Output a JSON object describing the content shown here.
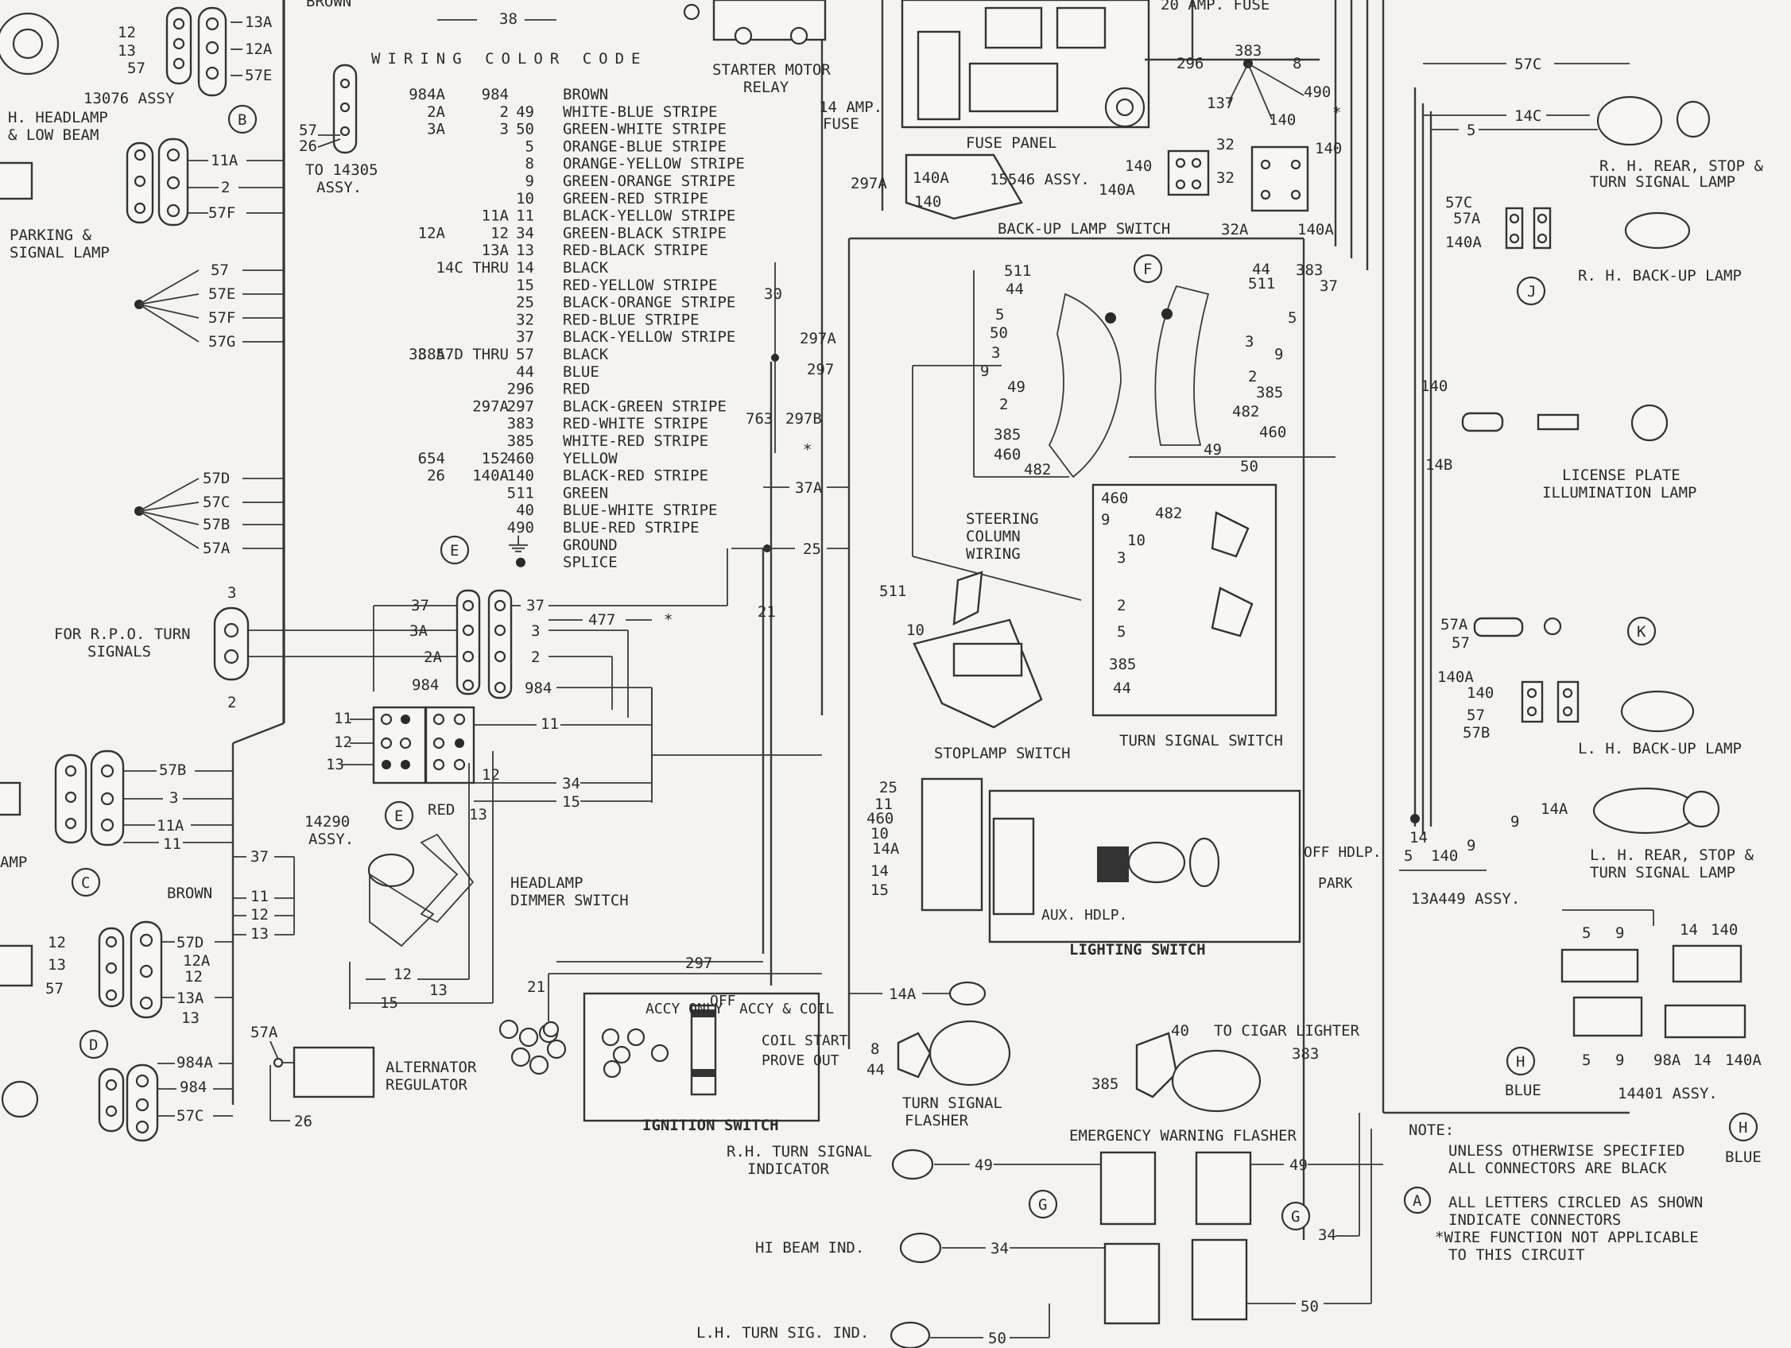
{
  "color_code": {
    "title": "WIRING COLOR CODE",
    "rows": [
      {
        "c1": "984A",
        "c2": "984",
        "num": "",
        "color": "BROWN"
      },
      {
        "c1": "2A",
        "c2": "2",
        "num": "49",
        "color": "WHITE-BLUE STRIPE"
      },
      {
        "c1": "3A",
        "c2": "3",
        "num": "50",
        "color": "GREEN-WHITE STRIPE"
      },
      {
        "c1": "",
        "c2": "",
        "num": "5",
        "color": "ORANGE-BLUE STRIPE"
      },
      {
        "c1": "",
        "c2": "",
        "num": "8",
        "color": "ORANGE-YELLOW STRIPE"
      },
      {
        "c1": "",
        "c2": "",
        "num": "9",
        "color": "GREEN-ORANGE STRIPE"
      },
      {
        "c1": "",
        "c2": "",
        "num": "10",
        "color": "GREEN-RED STRIPE"
      },
      {
        "c1": "",
        "c2": "11A",
        "num": "11",
        "color": "BLACK-YELLOW STRIPE"
      },
      {
        "c1": "12A",
        "c2": "12",
        "num": "34",
        "color": "GREEN-BLACK STRIPE"
      },
      {
        "c1": "",
        "c2": "13A",
        "num": "13",
        "color": "RED-BLACK STRIPE"
      },
      {
        "c1": "",
        "c2": "14C THRU",
        "num": "14",
        "color": "BLACK"
      },
      {
        "c1": "",
        "c2": "",
        "num": "15",
        "color": "RED-YELLOW STRIPE"
      },
      {
        "c1": "",
        "c2": "",
        "num": "25",
        "color": "BLACK-ORANGE STRIPE"
      },
      {
        "c1": "",
        "c2": "",
        "num": "32",
        "color": "RED-BLUE STRIPE"
      },
      {
        "c1": "",
        "c2": "",
        "num": "37",
        "color": "BLACK-YELLOW STRIPE"
      },
      {
        "c1": "38A",
        "c2": "38 57D THRU",
        "num": "57",
        "color": "BLACK"
      },
      {
        "c1": "",
        "c2": "",
        "num": "44",
        "color": "BLUE"
      },
      {
        "c1": "",
        "c2": "",
        "num": "296",
        "color": "RED"
      },
      {
        "c1": "",
        "c2": "297A",
        "num": "297",
        "color": "BLACK-GREEN STRIPE"
      },
      {
        "c1": "",
        "c2": "",
        "num": "383",
        "color": "RED-WHITE STRIPE"
      },
      {
        "c1": "",
        "c2": "",
        "num": "385",
        "color": "WHITE-RED STRIPE"
      },
      {
        "c1": "654",
        "c2": "152",
        "num": "460",
        "color": "YELLOW"
      },
      {
        "c1": "26",
        "c2": "140A",
        "num": "140",
        "color": "BLACK-RED STRIPE"
      },
      {
        "c1": "",
        "c2": "",
        "num": "511",
        "color": "GREEN"
      },
      {
        "c1": "",
        "c2": "",
        "num": "40",
        "color": "BLUE-WHITE STRIPE"
      },
      {
        "c1": "",
        "c2": "",
        "num": "490",
        "color": "BLUE-RED STRIPE"
      },
      {
        "c1": "",
        "c2": "",
        "num": "",
        "color": "GROUND"
      },
      {
        "c1": "",
        "c2": "",
        "num": "",
        "color": "SPLICE"
      }
    ]
  },
  "top": {
    "brown": "BROWN",
    "wire_38": "38",
    "amp20_fuse": "20 AMP. FUSE",
    "starter_relay_1": "STARTER MOTOR",
    "starter_relay_2": "RELAY",
    "fuse14_1": "14 AMP.",
    "fuse14_2": "FUSE",
    "fuse_panel": "FUSE PANEL",
    "w296": "296",
    "w383": "383",
    "w8": "8",
    "w137": "137",
    "w140": "140",
    "w490": "490",
    "star": "*"
  },
  "left": {
    "assy_13076": "13076 ASSY",
    "headlamp_1": "H. HEADLAMP",
    "headlamp_2": "& LOW BEAM",
    "parking_1": "PARKING &",
    "parking_2": "SIGNAL LAMP",
    "to14305_1": "TO 14305",
    "to14305_2": "ASSY.",
    "rpo_1": "FOR R.P.O. TURN",
    "rpo_2": "SIGNALS",
    "amp": "AMP",
    "brown": "BROWN",
    "assy_14290_1": "14290",
    "assy_14290_2": "ASSY.",
    "red": "RED",
    "dimmer_1": "HEADLAMP",
    "dimmer_2": "DIMMER SWITCH",
    "alt_1": "ALTERNATOR",
    "alt_2": "REGULATOR",
    "ign": "IGNITION SWITCH",
    "ign_accy_only": "ACCY ONLY",
    "ign_off": "OFF",
    "ign_accy_coil": "ACCY & COIL",
    "ign_coil_start": "COIL START",
    "ign_prove": "PROVE OUT"
  },
  "center": {
    "backup_switch": "BACK-UP LAMP SWITCH",
    "assy_15546": "15546 ASSY.",
    "steering_1": "STEERING",
    "steering_2": "COLUMN",
    "steering_3": "WIRING",
    "stoplamp": "STOPLAMP SWITCH",
    "turn_signal_switch": "TURN SIGNAL SWITCH",
    "lighting_switch": "LIGHTING SWITCH",
    "off_hdlp": "OFF HDLP.",
    "park": "PARK",
    "aux_hdlp": "AUX. HDLP.",
    "turn_flasher_1": "TURN SIGNAL",
    "turn_flasher_2": "FLASHER",
    "cigar": "TO CIGAR LIGHTER",
    "emergency": "EMERGENCY WARNING FLASHER",
    "rh_ind_1": "R.H. TURN SIGNAL",
    "rh_ind_2": "INDICATOR",
    "hibeam": "HI BEAM IND.",
    "lh_ind": "L.H. TURN SIG. IND."
  },
  "right": {
    "rh_rear_1": "R. H. REAR, STOP &",
    "rh_rear_2": "TURN SIGNAL LAMP",
    "rh_backup": "R. H. BACK-UP LAMP",
    "license_1": "LICENSE PLATE",
    "license_2": "ILLUMINATION LAMP",
    "lh_backup": "L. H. BACK-UP LAMP",
    "lh_rear_1": "L. H. REAR, STOP &",
    "lh_rear_2": "TURN SIGNAL LAMP",
    "assy_13a449": "13A449 ASSY.",
    "assy_14401": "14401 ASSY.",
    "blue": "BLUE",
    "note_title": "NOTE:",
    "note_1": "UNLESS OTHERWISE SPECIFIED",
    "note_2": "ALL CONNECTORS ARE BLACK",
    "note_3": "ALL LETTERS CIRCLED AS SHOWN",
    "note_4": "INDICATE CONNECTORS",
    "note_5": "*WIRE FUNCTION NOT APPLICABLE",
    "note_6": "TO THIS CIRCUIT"
  },
  "connectors": {
    "A": "A",
    "B": "B",
    "C": "C",
    "D": "D",
    "E": "E",
    "F": "F",
    "G": "G",
    "H": "H",
    "J": "J",
    "K": "K"
  },
  "left_bus_labels": [
    "57",
    "57E",
    "57F",
    "57G",
    "57D",
    "57C",
    "57B",
    "57A"
  ],
  "top_left_labels": [
    "12",
    "13",
    "57",
    "13A",
    "12A",
    "57E",
    "11A",
    "2",
    "57F"
  ]
}
